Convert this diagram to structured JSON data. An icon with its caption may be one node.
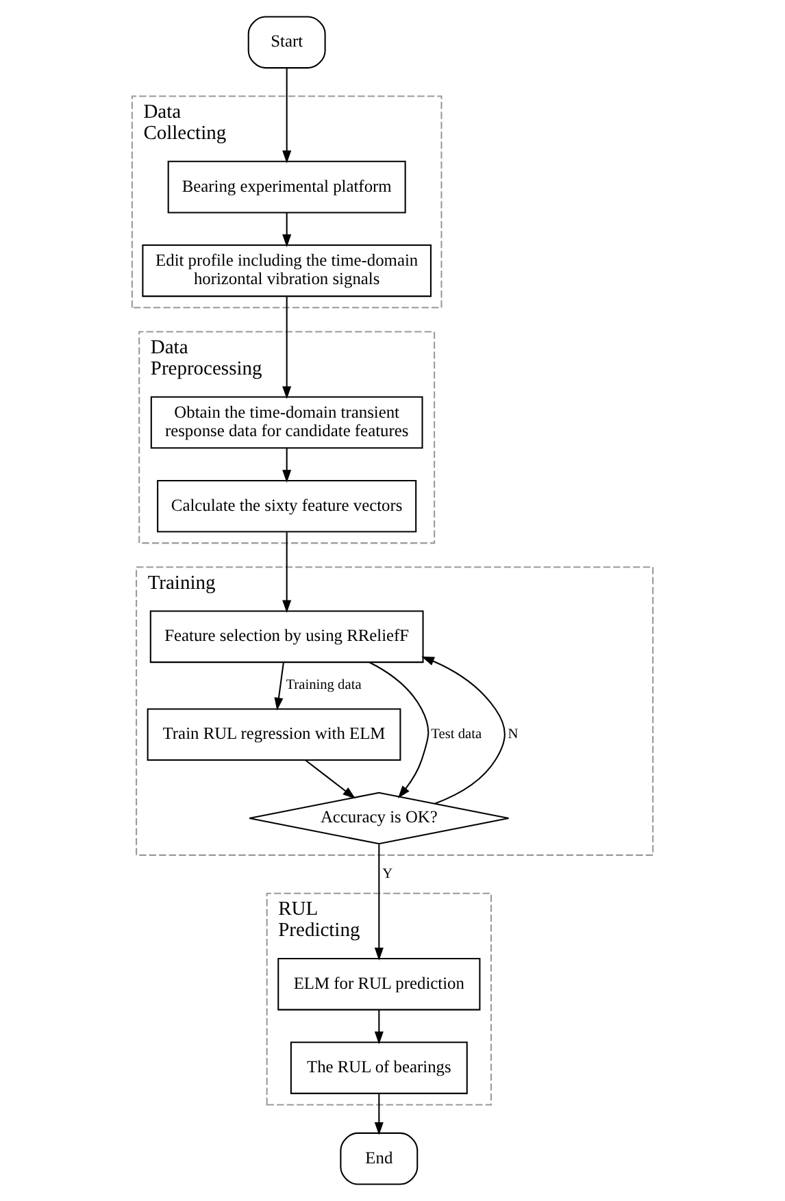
{
  "diagram": {
    "nodes": [
      {
        "text": [
          "Start"
        ]
      },
      {
        "text": [
          "Data Collecting"
        ]
      },
      {
        "text": [
          "Bearing experimental platform"
        ],
        "in": 1
      },
      {
        "text": [
          "Edit profile including the time-domain horizontal vibration signals"
        ],
        "in": 1
      },
      {
        "text": [
          "Data Preprocessing"
        ]
      },
      {
        "text": [
          "Obtain the time-domain transient response data for candidate features"
        ],
        "in": 4
      },
      {
        "text": [
          "Calculate the sixty feature vectors"
        ],
        "in": 4
      },
      {
        "text": [
          "Training"
        ]
      },
      {
        "text": [
          "Feature selection by using RReliefF"
        ],
        "in": 7
      },
      {
        "text": [
          "Train RUL regression with ELM"
        ],
        "in": 7
      },
      {
        "text": [
          "Accuracy is OK?"
        ],
        "in": 7
      },
      {
        "text": [
          "RUL Predicting"
        ]
      },
      {
        "text": [
          "ELM for RUL prediction"
        ],
        "in": 11
      },
      {
        "text": [
          "The RUL of bearings"
        ],
        "in": 11
      },
      {
        "text": [
          "End"
        ]
      }
    ],
    "edges": [
      {
        "from": 0,
        "to": 2,
        "arrow": "to"
      },
      {
        "from": 2,
        "to": 3,
        "arrow": "to"
      },
      {
        "from": 3,
        "to": 5,
        "arrow": "to"
      },
      {
        "from": 5,
        "to": 6,
        "arrow": "to"
      },
      {
        "from": 6,
        "to": 8,
        "arrow": "to"
      },
      {
        "from": 8,
        "to": 9,
        "arrow": "to",
        "label": "Training data"
      },
      {
        "from": 8,
        "to": 10,
        "arrow": "to",
        "label": "Test data"
      },
      {
        "from": 9,
        "to": 10,
        "arrow": "to"
      },
      {
        "from": 10,
        "to": 8,
        "arrow": "to",
        "label": "N"
      },
      {
        "from": 10,
        "to": 12,
        "arrow": "to",
        "label": "Y"
      },
      {
        "from": 12,
        "to": 13,
        "arrow": "to"
      },
      {
        "from": 13,
        "to": 14,
        "arrow": "to"
      }
    ]
  }
}
